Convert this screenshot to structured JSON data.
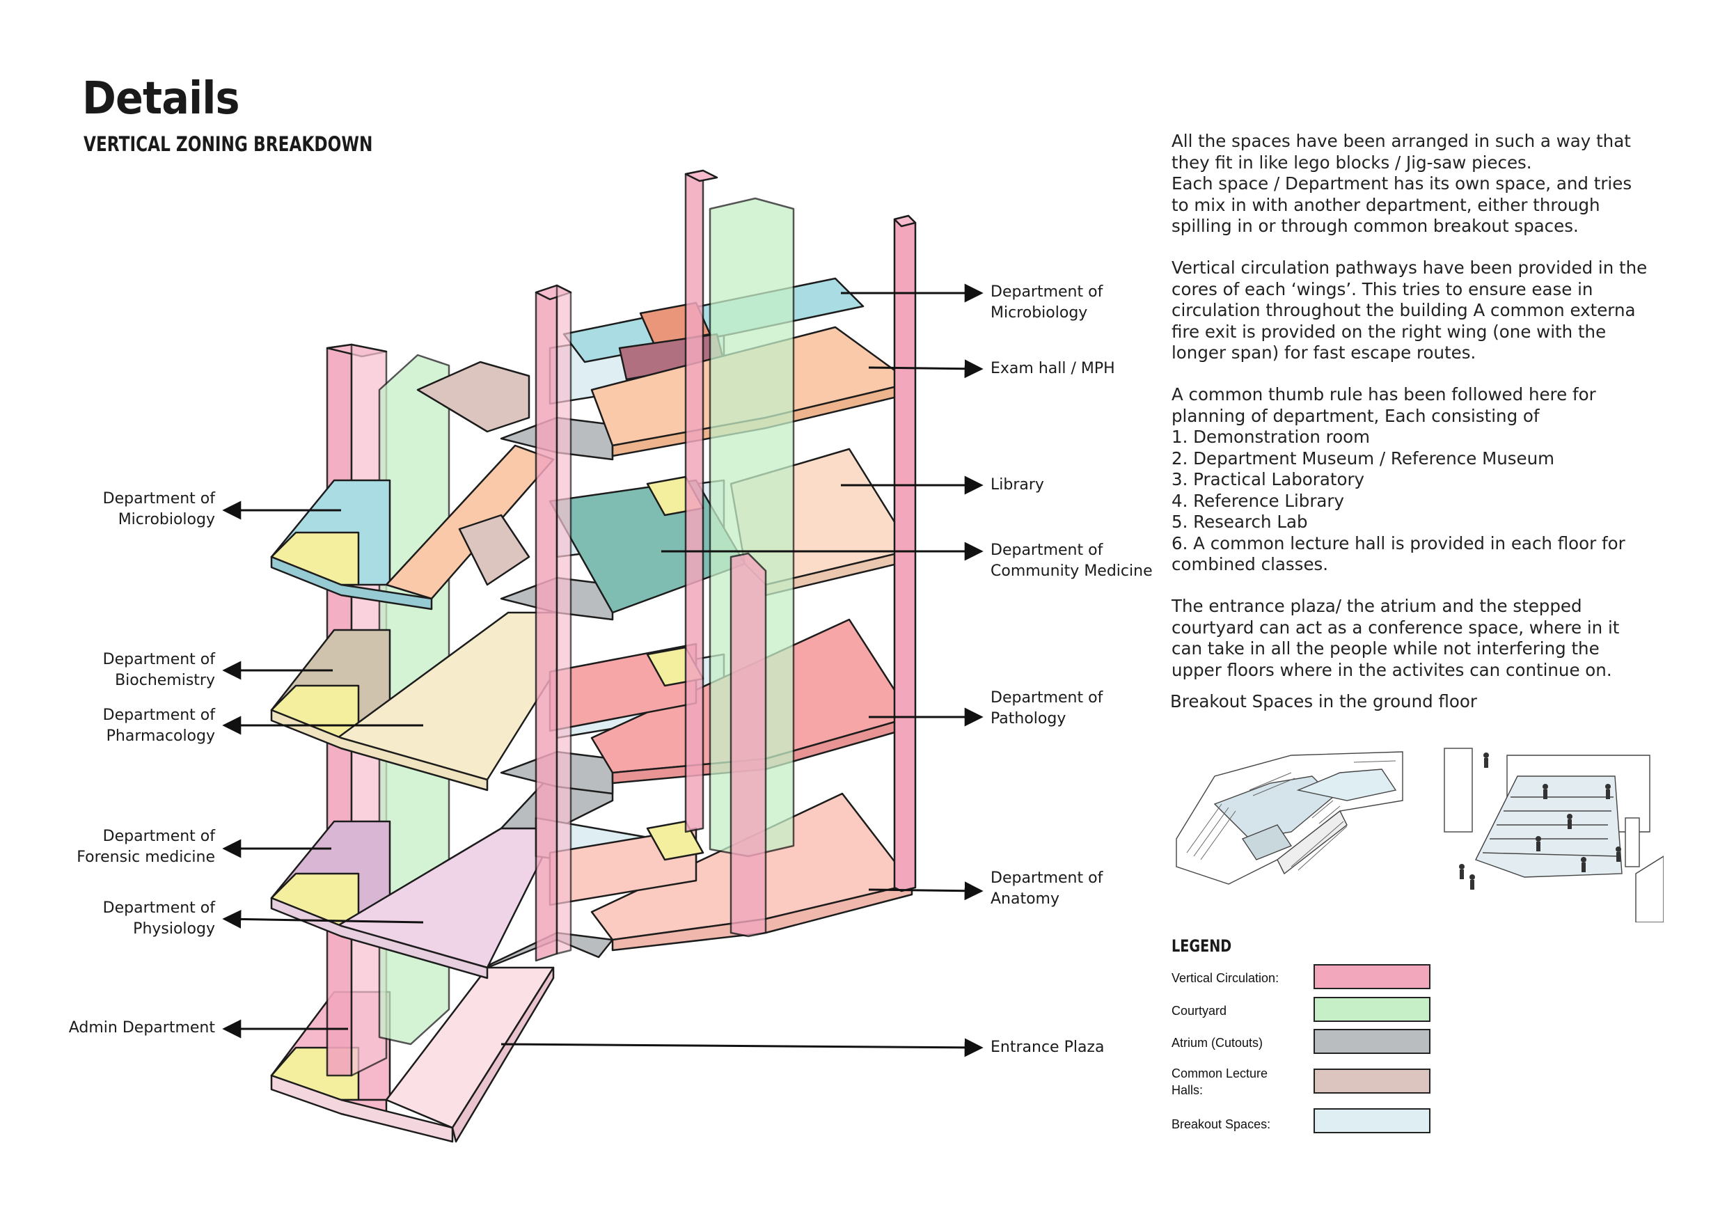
{
  "header": {
    "title": "Details",
    "subtitle": "VERTICAL ZONING BREAKDOWN"
  },
  "labels_left": [
    {
      "line1": "Department of",
      "line2": "Microbiology"
    },
    {
      "line1": "Department of",
      "line2": "Biochemistry"
    },
    {
      "line1": "Department of",
      "line2": "Pharmacology"
    },
    {
      "line1": "Department of",
      "line2": "Forensic medicine"
    },
    {
      "line1": "Department of",
      "line2": "Physiology"
    },
    {
      "line1": "Admin Department",
      "line2": ""
    }
  ],
  "labels_right": [
    {
      "line1": "Department of",
      "line2": "Microbiology"
    },
    {
      "line1": "Exam hall / MPH",
      "line2": ""
    },
    {
      "line1": "Library",
      "line2": ""
    },
    {
      "line1": "Department of",
      "line2": "Community Medicine"
    },
    {
      "line1": "Department of",
      "line2": "Pathology"
    },
    {
      "line1": "Department of",
      "line2": "Anatomy"
    },
    {
      "line1": "Entrance Plaza",
      "line2": ""
    }
  ],
  "description": {
    "p1": [
      "All the spaces have been arranged in such a way that",
      "they fit in like lego blocks / Jig-saw pieces.",
      "Each space / Department has its own space, and tries",
      "to mix in with another department, either through",
      "spilling in or through common breakout spaces."
    ],
    "p2": [
      "Vertical circulation pathways have been provided in the",
      "cores of each ‘wings’. This tries to ensure ease in",
      "circulation throughout the building A common externa",
      "fire exit is provided on the right wing (one with the",
      "longer span) for fast escape routes."
    ],
    "p3": [
      "A common thumb rule has been followed here for",
      "planning of department, Each consisting of",
      "1. Demonstration room",
      "2. Department Museum / Reference Museum",
      "3. Practical Laboratory",
      "4. Reference Library",
      "5. Research Lab",
      "6. A common lecture hall is provided in each floor for",
      "combined classes."
    ],
    "p4": [
      "The entrance plaza/ the atrium and the stepped",
      "courtyard can act as a conference space, where in it",
      "can take in all the people while not interfering the",
      "upper floors where in the activites can continue on."
    ]
  },
  "breakout_title": "Breakout Spaces in the ground floor",
  "legend": {
    "title": "LEGEND",
    "items": [
      {
        "label": "Vertical Circulation:",
        "color": "#f2a7bd"
      },
      {
        "label": "Courtyard",
        "color": "#c6efc8"
      },
      {
        "label": "Atrium (Cutouts)",
        "color": "#b9bdbf"
      },
      {
        "label": "Common Lecture Halls:",
        "line1": "Common Lecture",
        "line2": "Halls:",
        "color": "#dcc5bf"
      },
      {
        "label": "Breakout Spaces:",
        "color": "#dfeef2"
      }
    ]
  },
  "colors": {
    "microbiology": "#a9dce3",
    "exam_hall": "#f9c9a9",
    "library": "#fbdcc9",
    "community_medicine": "#7fbdb3",
    "biochemistry": "#cfc3ad",
    "pharmacology": "#f6eccc",
    "pathology": "#f6a6a6",
    "forensic": "#d9b6d4",
    "physiology": "#efd3e7",
    "anatomy": "#fbcbc1",
    "admin": "#f6b8cb",
    "entrance_plaza": "#fbe1e6",
    "yellow_room": "#f4ee9f"
  }
}
